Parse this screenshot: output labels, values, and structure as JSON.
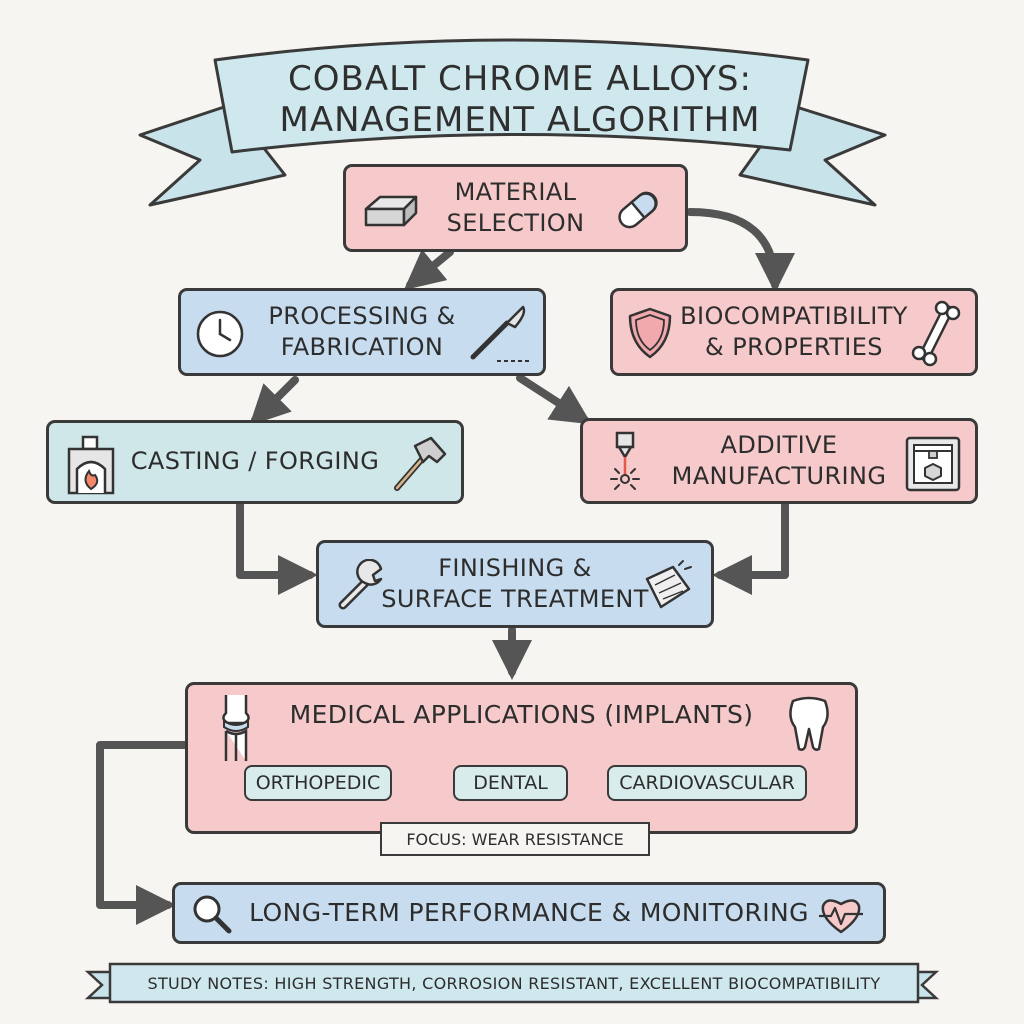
{
  "title": {
    "line1": "Cobalt Chrome Alloys:",
    "line2": "Management Algorithm"
  },
  "nodes": {
    "material_selection": {
      "line1": "Material",
      "line2": "Selection",
      "icons": [
        "metal-ingot-icon",
        "capsule-icon"
      ]
    },
    "processing": {
      "line1": "Processing &",
      "line2": "Fabrication",
      "icons": [
        "clock-icon",
        "scalpel-icon"
      ]
    },
    "biocompatibility": {
      "line1": "Biocompatibility",
      "line2": "& Properties",
      "icons": [
        "shield-icon",
        "bone-icon"
      ]
    },
    "casting": {
      "label": "Casting / Forging",
      "icons": [
        "furnace-icon",
        "hammer-icon"
      ]
    },
    "additive": {
      "line1": "Additive",
      "line2": "Manufacturing",
      "icons": [
        "laser-icon",
        "3d-printer-icon"
      ]
    },
    "finishing": {
      "line1": "Finishing &",
      "line2": "Surface Treatment",
      "icons": [
        "wrench-icon",
        "polishing-cloth-icon"
      ]
    },
    "medical": {
      "label": "Medical Applications (Implants)",
      "icons": [
        "knee-joint-icon",
        "tooth-icon"
      ],
      "children": [
        "Orthopedic",
        "Dental",
        "Cardiovascular"
      ],
      "focus": "Focus: Wear Resistance"
    },
    "monitoring": {
      "label": "Long-Term Performance & Monitoring",
      "icons": [
        "magnifier-icon",
        "heart-monitor-icon"
      ]
    }
  },
  "notes": "Study Notes: High Strength, Corrosion Resistant, Excellent Biocompatibility",
  "colors": {
    "pink": "#f6c9cb",
    "blue": "#c7dcee",
    "mint": "#cfe7e9",
    "banner": "#c9e3ea",
    "ink": "#3a3a3a"
  }
}
